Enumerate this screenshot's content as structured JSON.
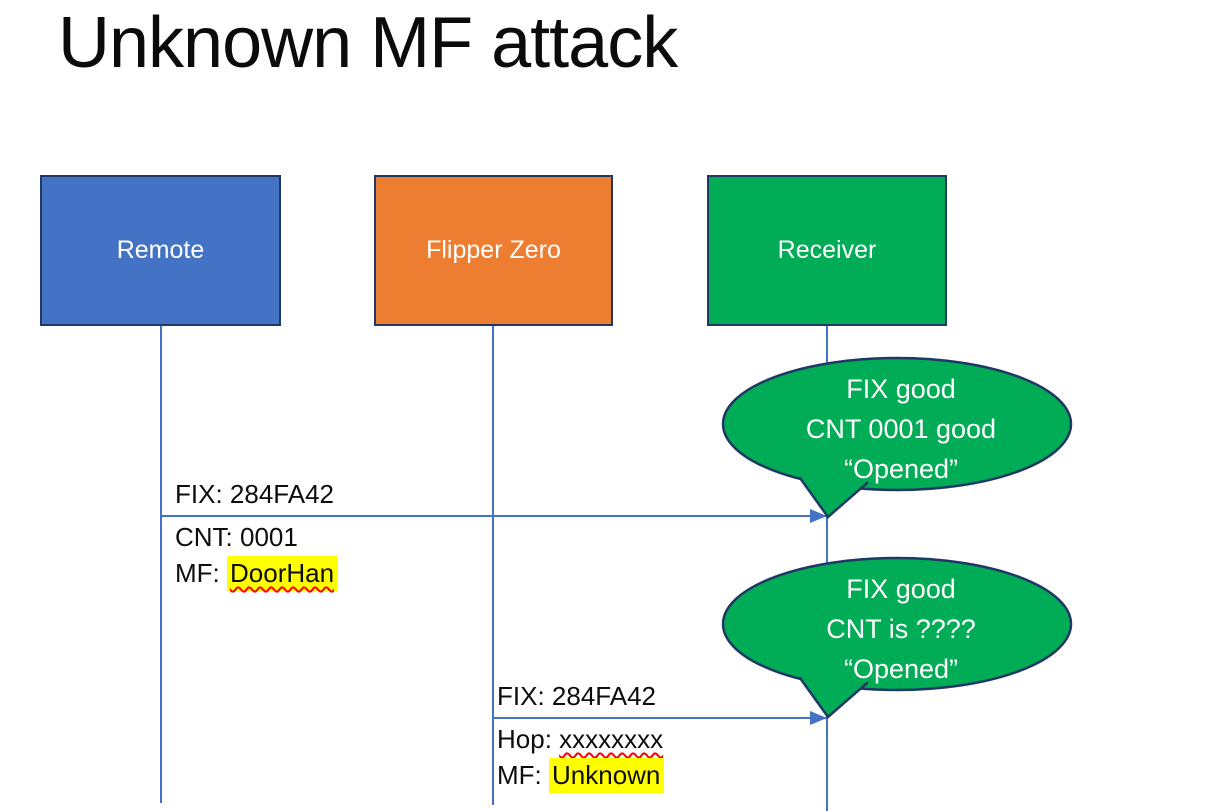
{
  "title": "Unknown MF attack",
  "colors": {
    "blue": "#4472C4",
    "orange": "#ED7D31",
    "green": "#00AC55",
    "border": "#1F3864",
    "line": "#4472C4",
    "highlight": "#FFFF00",
    "squiggle": "#FF0000",
    "text": "#0B0B0B"
  },
  "actors": {
    "remote": {
      "label": "Remote",
      "color": "#4472C4"
    },
    "flipper": {
      "label": "Flipper Zero",
      "color": "#ED7D31"
    },
    "receiver": {
      "label": "Receiver",
      "color": "#00AC55"
    }
  },
  "messages": {
    "m1": {
      "above": "FIX: 284FA42",
      "line2": "CNT: 0001",
      "line3_prefix": "MF: ",
      "line3_value": "DoorHan"
    },
    "m2": {
      "above": "FIX: 284FA42",
      "line2_prefix": "Hop: ",
      "line2_value": "xxxxxxxx",
      "line3_prefix": "MF: ",
      "line3_value": "Unknown"
    }
  },
  "bubbles": {
    "b1": {
      "line1": "FIX good",
      "line2": "CNT 0001 good",
      "line3": "“Opened”"
    },
    "b2": {
      "line1": "FIX good",
      "line2": "CNT is ????",
      "line3": "“Opened”"
    }
  }
}
